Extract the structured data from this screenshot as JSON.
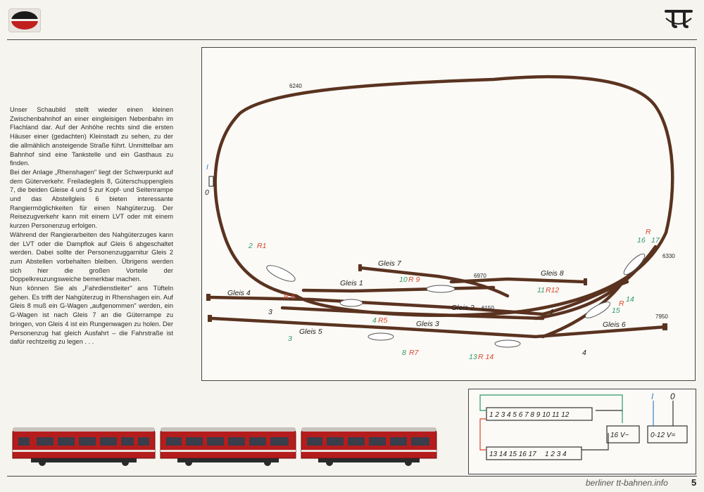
{
  "header": {
    "logo_left_icon": "railcar-circle-logo",
    "logo_right_icon": "tt-scale-logo"
  },
  "body_text": "Unser Schaubild stellt wieder einen kleinen Zwischenbahnhof an einer eingleisigen Nebenbahn im Flachland dar. Auf der Anhöhe rechts sind die ersten Häuser einer (gedachten) Kleinstadt zu sehen, zu der die allmählich ansteigende Straße führt. Unmittelbar am Bahnhof sind eine Tankstelle und ein Gasthaus zu finden.\nBei der Anlage „Rhenshagen\" liegt der Schwerpunkt auf dem Güterverkehr. Freiladegleis 8, Güterschuppengleis 7, die beiden Gleise 4 und 5 zur Kopf- und Seitenrampe und das Abstellgleis 6 bieten interessante Rangiermöglichkeiten für einen Nahgüterzug. Der Reisezugverkehr kann mit einem LVT oder mit einem kurzen Personenzug erfolgen.\nWährend der Rangierarbeiten des Nahgüterzuges kann der LVT oder die Dampflok auf Gleis 6 abgeschaltet werden. Dabei sollte der Personenzuggarnitur Gleis 2 zum Abstellen vorbehalten bleiben. Übrigens werden sich hier die großen Vorteile der Doppelkreuzungsweiche bemerkbar machen.\nNun können Sie als „Fahrdienstleiter\" ans Tüfteln gehen. Es trifft der Nahgüterzug in Rhenshagen ein. Auf Gleis 8 muß ein G-Wagen „aufgenommen\" werden, ein G-Wagen ist nach Gleis 7 an die Güterrampe zu bringen, von Gleis 4 ist ein Rungenwagen zu holen. Der Personenzug hat gleich Ausfahrt – die Fahrstraße ist dafür rechtzeitig zu legen . . .",
  "track_plan": {
    "colors": {
      "track": "#5a3320",
      "red": "#d9452b",
      "green": "#2f9a6a",
      "blue": "#3d7fc4"
    },
    "track_labels": [
      "Gleis 1",
      "Gleis 2",
      "Gleis 3",
      "Gleis 4",
      "Gleis 5",
      "Gleis 6",
      "Gleis 7",
      "Gleis 8"
    ],
    "part_numbers": [
      "6240",
      "6970",
      "6150",
      "6330",
      "7950"
    ],
    "signal_labels": {
      "s2": "2",
      "r1": "R1",
      "r6": "R 6",
      "s3": "3",
      "s3b": "3",
      "s4": "4",
      "r5": "R5",
      "s8": "8",
      "r7": "R7",
      "s10": "10",
      "r9": "R 9",
      "s11": "11",
      "r12": "R12",
      "s13": "13",
      "r14": "R 14",
      "s14": "14",
      "r15": "R",
      "s15": "15",
      "s16": "16",
      "r17": "R",
      "s17": "17",
      "s1": "1",
      "s4b": "4",
      "i_label": "I",
      "o_label": "0"
    }
  },
  "wiring": {
    "row1": [
      "1",
      "2",
      "3",
      "4",
      "5",
      "6",
      "7",
      "8",
      "9",
      "10",
      "11",
      "12"
    ],
    "row2a": [
      "13",
      "14",
      "15",
      "16",
      "17"
    ],
    "row2b": [
      "1",
      "2",
      "3",
      "4"
    ],
    "supply1": "16 V~",
    "supply2": "0-12 V=",
    "i_label": "I",
    "o_label": "0"
  },
  "railcar": {
    "color": "#b51d1d",
    "roof_color": "#c9c3bd",
    "window_color": "#3a3d4a",
    "car_count": 3
  },
  "footer": {
    "site": "berliner tt-bahnen.info",
    "page": "5"
  }
}
